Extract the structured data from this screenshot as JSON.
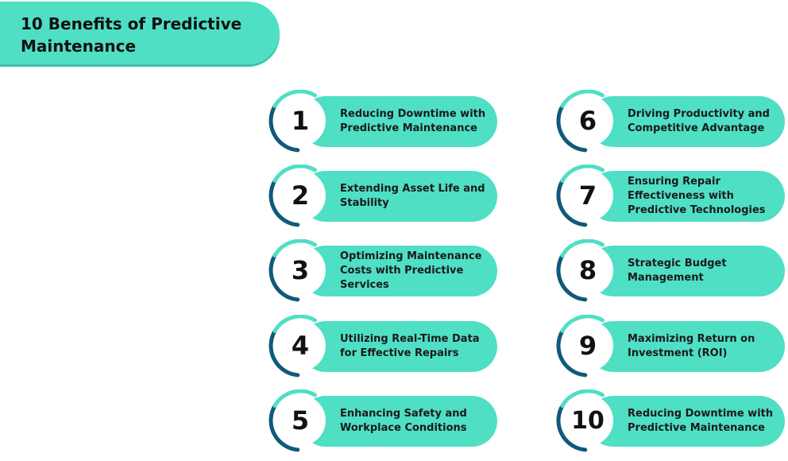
{
  "title": "10 Benefits of Predictive Maintenance",
  "colors": {
    "accent": "#4fdfc5",
    "ring_dark": "#10597a",
    "ring_light": "#4fdfc5"
  },
  "items": [
    {
      "number": "1",
      "label": "Reducing Downtime with Predictive Maintenance"
    },
    {
      "number": "2",
      "label": "Extending Asset Life and Stability"
    },
    {
      "number": "3",
      "label": "Optimizing Maintenance Costs with Predictive Services"
    },
    {
      "number": "4",
      "label": "Utilizing Real-Time Data for Effective Repairs"
    },
    {
      "number": "5",
      "label": "Enhancing Safety and Workplace Conditions"
    },
    {
      "number": "6",
      "label": "Driving Productivity and Competitive Advantage"
    },
    {
      "number": "7",
      "label": "Ensuring Repair Effectiveness with Predictive Technologies"
    },
    {
      "number": "8",
      "label": "Strategic Budget Management"
    },
    {
      "number": "9",
      "label": "Maximizing Return on Investment (ROI)"
    },
    {
      "number": "10",
      "label": "Reducing Downtime with Predictive Maintenance"
    }
  ]
}
